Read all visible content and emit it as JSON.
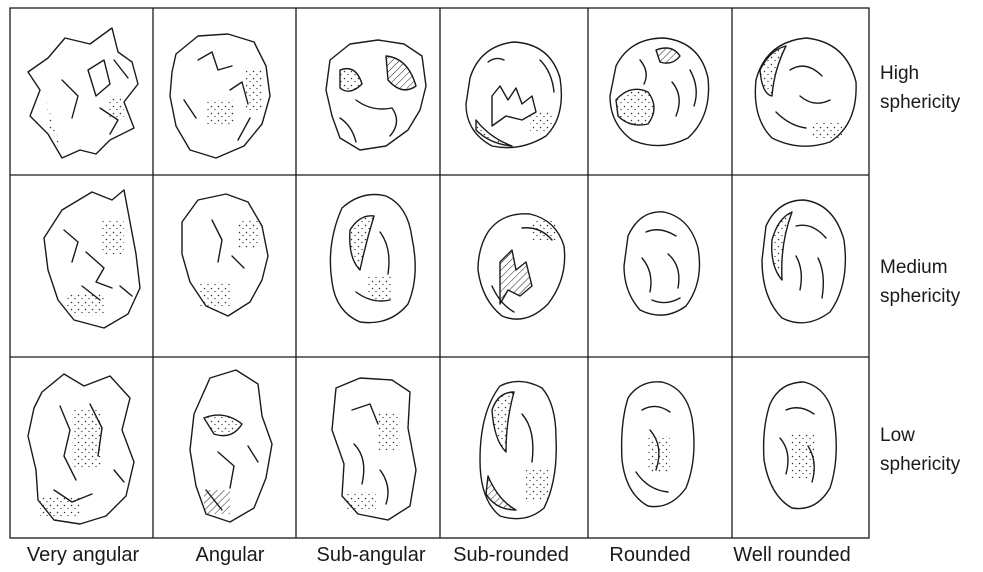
{
  "row_labels": [
    {
      "line1": "High",
      "line2": "sphericity"
    },
    {
      "line1": "Medium",
      "line2": "sphericity"
    },
    {
      "line1": "Low",
      "line2": "sphericity"
    }
  ],
  "column_labels": [
    "Very angular",
    "Angular",
    "Sub-angular",
    "Sub-rounded",
    "Rounded",
    "Well rounded"
  ],
  "colors": {
    "line": "#1a1a1a",
    "background": "#ffffff"
  }
}
